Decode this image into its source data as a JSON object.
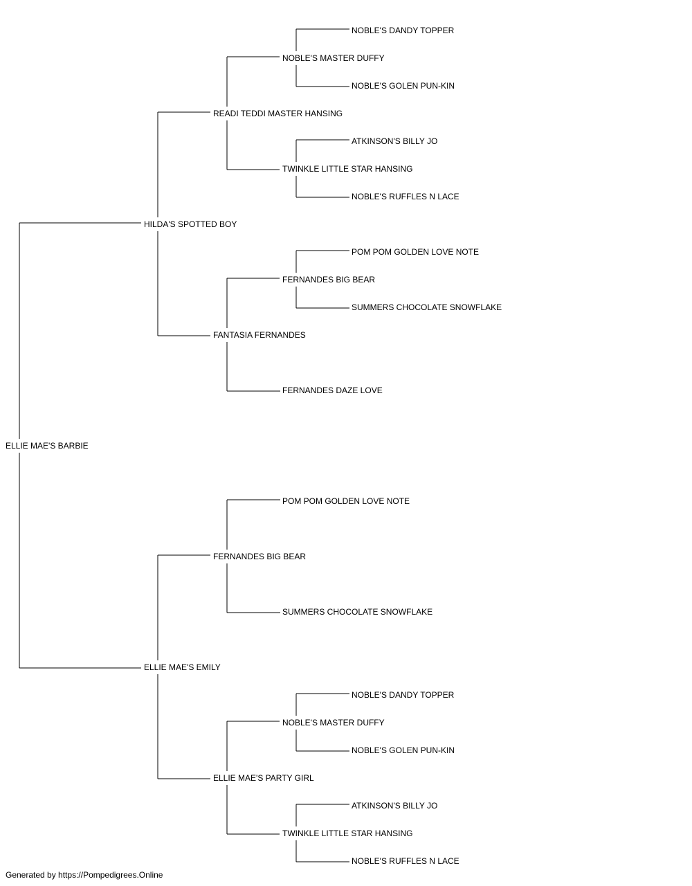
{
  "pedigree": {
    "subject": "ELLIE MAE'S BARBIE",
    "sire": {
      "name": "HILDA'S SPOTTED BOY",
      "sire": {
        "name": "READI TEDDI MASTER HANSING",
        "sire": {
          "name": "NOBLE'S MASTER DUFFY",
          "sire": "NOBLE'S DANDY TOPPER",
          "dam": "NOBLE'S GOLEN PUN-KIN"
        },
        "dam": {
          "name": "TWINKLE LITTLE STAR HANSING",
          "sire": "ATKINSON'S BILLY JO",
          "dam": "NOBLE'S RUFFLES N LACE"
        }
      },
      "dam": {
        "name": "FANTASIA FERNANDES",
        "sire": {
          "name": "FERNANDES BIG BEAR",
          "sire": "POM POM GOLDEN LOVE NOTE",
          "dam": "SUMMERS CHOCOLATE SNOWFLAKE"
        },
        "dam": {
          "name": "FERNANDES DAZE LOVE"
        }
      }
    },
    "dam": {
      "name": "ELLIE MAE'S EMILY",
      "sire": {
        "name": "FERNANDES BIG BEAR",
        "sire": {
          "name": "POM POM GOLDEN LOVE NOTE"
        },
        "dam": {
          "name": "SUMMERS CHOCOLATE SNOWFLAKE"
        }
      },
      "dam": {
        "name": "ELLIE MAE'S PARTY GIRL",
        "sire": {
          "name": "NOBLE'S MASTER DUFFY",
          "sire": "NOBLE'S DANDY TOPPER",
          "dam": "NOBLE'S GOLEN PUN-KIN"
        },
        "dam": {
          "name": "TWINKLE LITTLE STAR HANSING",
          "sire": "ATKINSON'S BILLY JO",
          "dam": "NOBLE'S RUFFLES N LACE"
        }
      }
    }
  },
  "footer": "Generated by https://Pompedigrees.Online"
}
